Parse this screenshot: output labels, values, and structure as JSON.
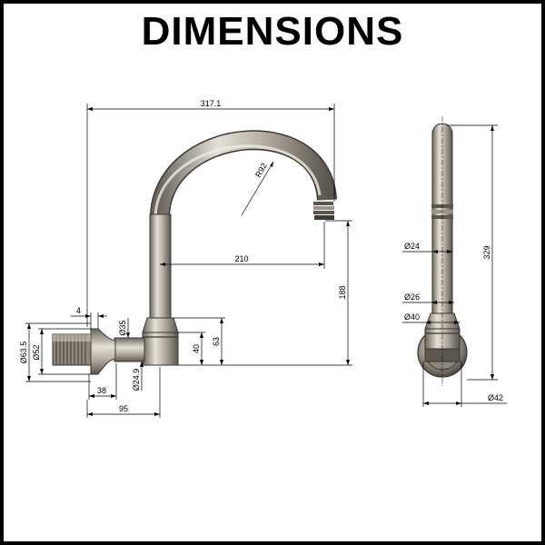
{
  "title": "DIMENSIONS",
  "dimensions": {
    "overall_width": "317.1",
    "radius": "R92",
    "reach": "210",
    "height_outlet": "188",
    "height_63": "63",
    "height_40": "40",
    "dia_35": "Ø35",
    "dia_24_9": "Ø24.9",
    "dia_63_5": "Ø63.5",
    "dia_52": "Ø52",
    "len_4": "4",
    "len_38": "38",
    "len_95": "95",
    "side_dia_24": "Ø24",
    "side_dia_26": "Ø26",
    "side_dia_40": "Ø40",
    "side_height": "329",
    "side_dia_42": "Ø42"
  },
  "colors": {
    "metal_light": "#d9d5cc",
    "metal_mid": "#a39d91",
    "metal_dark": "#5b564e"
  }
}
